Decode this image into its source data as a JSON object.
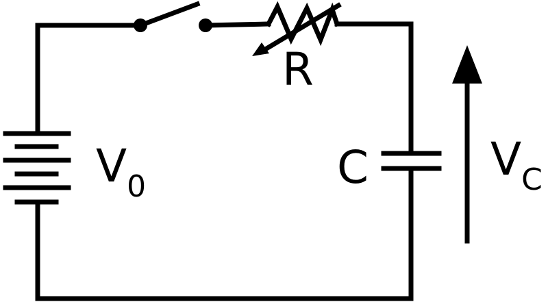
{
  "diagram": {
    "components": {
      "battery": {
        "symbol": "V",
        "subscript": "0"
      },
      "switch": {
        "state": "open"
      },
      "resistor": {
        "symbol": "R",
        "variable": true
      },
      "capacitor": {
        "symbol": "C"
      },
      "capacitor_voltage": {
        "symbol": "V",
        "subscript": "C"
      }
    },
    "colors": {
      "ink": "#000000",
      "background": "#ffffff"
    }
  }
}
